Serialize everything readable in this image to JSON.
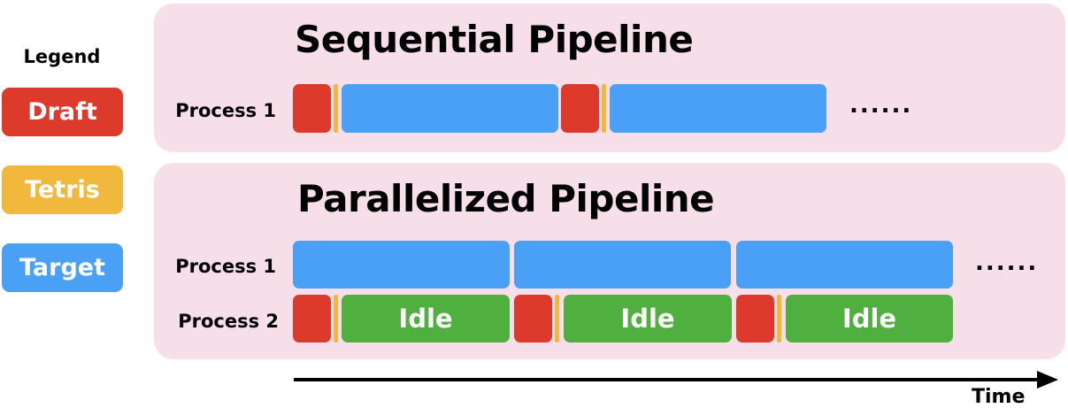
{
  "legend": {
    "title": "Legend",
    "items": [
      {
        "label": "Draft",
        "color": "#de3a2b"
      },
      {
        "label": "Tetris",
        "color": "#f0b93e"
      },
      {
        "label": "Target",
        "color": "#4aa0f5"
      }
    ]
  },
  "sequential": {
    "title": "Sequential Pipeline",
    "process1_label": "Process 1",
    "ellipsis": "......"
  },
  "parallel": {
    "title": "Parallelized Pipeline",
    "process1_label": "Process 1",
    "process2_label": "Process 2",
    "idle_labels": [
      "Idle",
      "Idle",
      "Idle"
    ],
    "ellipsis": "......"
  },
  "axis": {
    "time_label": "Time"
  },
  "colors": {
    "panel_background": "#f7dfea",
    "idle": "#4fb03f"
  }
}
